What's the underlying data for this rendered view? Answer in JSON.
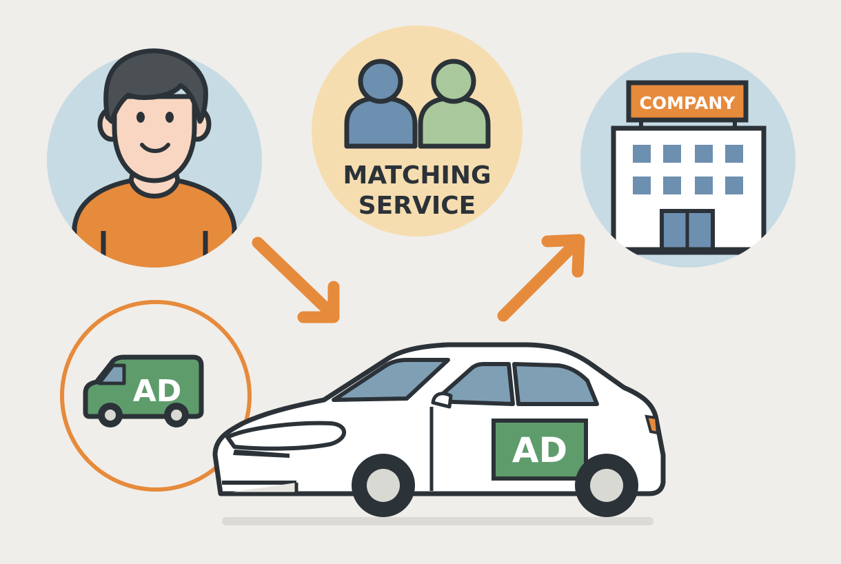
{
  "matching": {
    "line1": "MATCHING",
    "line2": "SERVICE"
  },
  "company": {
    "sign": "COMPANY"
  },
  "van": {
    "label": "AD"
  },
  "car": {
    "label": "AD"
  },
  "colors": {
    "background": "#f0eeea",
    "outline": "#2b3238",
    "orange": "#e68a3c",
    "light_blue": "#c7dbe4",
    "cream": "#f6ddb0",
    "skin": "#f8d6c1",
    "hair": "#4a5054",
    "green": "#5e9c6c",
    "person_blue": "#6d8fb0",
    "person_green": "#a9c99c",
    "window_blue": "#7f9fb5",
    "white": "#ffffff"
  },
  "icons": [
    "person-icon",
    "matching-people-icon",
    "company-building-icon",
    "ad-van-icon",
    "ad-car-icon",
    "arrow-icon"
  ]
}
